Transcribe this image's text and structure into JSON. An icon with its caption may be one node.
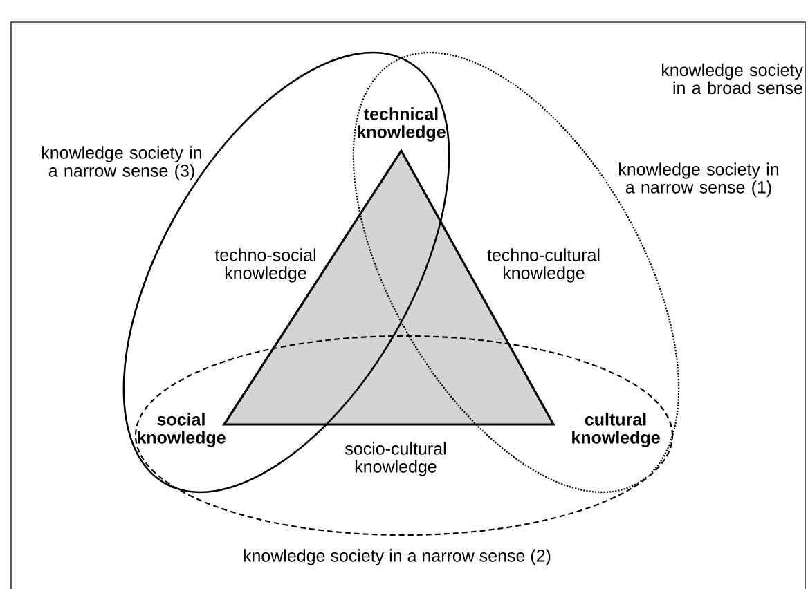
{
  "diagram": {
    "labels": [
      "knowledge society in a broad sense",
      "technical knowledge",
      "knowledge society in a narrow sense (3)",
      "knowledge society in a narrow sense (1)",
      "techno-social knowledge",
      "techno-cultural knowledge",
      "social knowledge",
      "cultural knowledge",
      "socio-cultural knowledge",
      "knowledge society in a narrow sense (2)"
    ]
  }
}
